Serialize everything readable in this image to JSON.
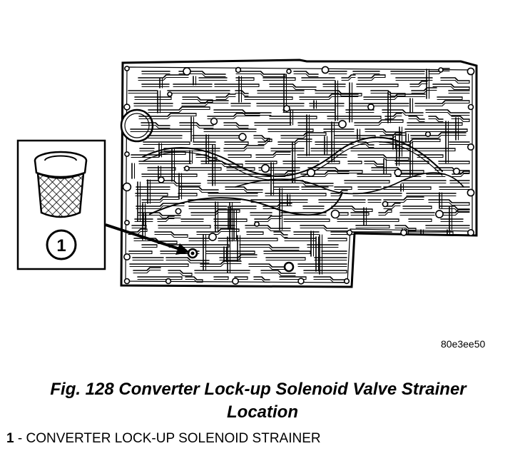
{
  "figure": {
    "image_id": "80e3ee50",
    "caption_line1": "Fig. 128 Converter Lock-up Solenoid Valve Strainer",
    "caption_line2": "Location"
  },
  "callouts": [
    {
      "number": "1",
      "separator": " - ",
      "text": "CONVERTER LOCK-UP SOLENOID STRAINER"
    }
  ],
  "diagram": {
    "ink_color": "#000000",
    "paper_color": "#ffffff",
    "callout_number": "1"
  }
}
